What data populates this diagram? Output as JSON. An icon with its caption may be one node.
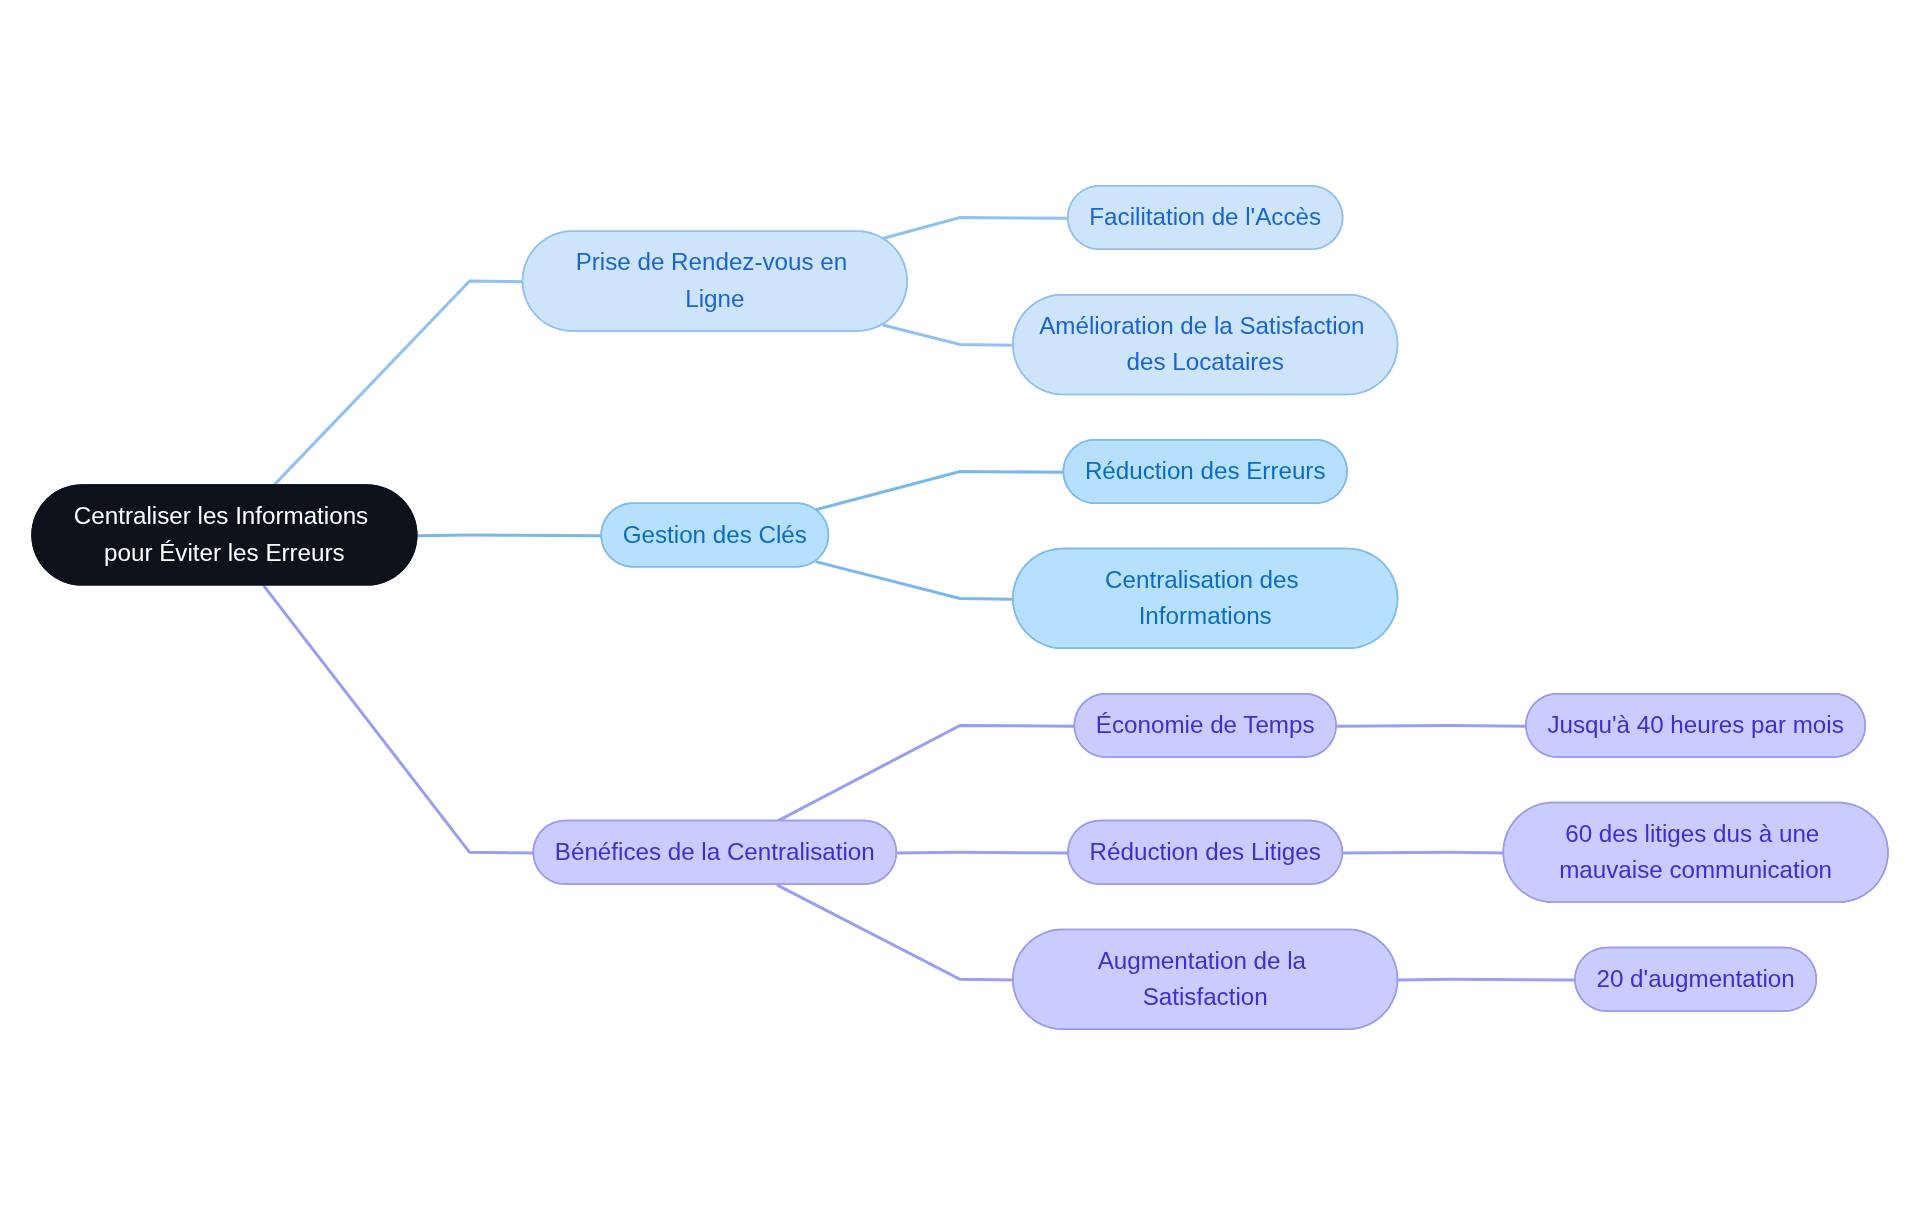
{
  "diagram": {
    "nodes": [
      {
        "text": [
          "Centraliser les Informations pour Éviter les Erreurs"
        ]
      },
      {
        "text": [
          "Prise de Rendez-vous en Ligne"
        ]
      },
      {
        "text": [
          "Facilitation de l'Accès"
        ]
      },
      {
        "text": [
          "Amélioration de la Satisfaction des Locataires"
        ]
      },
      {
        "text": [
          "Gestion des Clés"
        ]
      },
      {
        "text": [
          "Réduction des Erreurs"
        ]
      },
      {
        "text": [
          "Centralisation des Informations"
        ]
      },
      {
        "text": [
          "Bénéfices de la Centralisation"
        ]
      },
      {
        "text": [
          "Économie de Temps"
        ]
      },
      {
        "text": [
          "Jusqu'à 40 heures par mois"
        ]
      },
      {
        "text": [
          "Réduction des Litiges"
        ]
      },
      {
        "text": [
          "60 des litiges dus à une mauvaise communication"
        ]
      },
      {
        "text": [
          "Augmentation de la Satisfaction"
        ]
      },
      {
        "text": [
          "20 d'augmentation"
        ]
      }
    ],
    "edges": [
      {
        "from": 0,
        "to": 1,
        "arrow": "none",
        "color": "#90c1f0"
      },
      {
        "from": 1,
        "to": 2,
        "arrow": "none",
        "color": "#90c1f0"
      },
      {
        "from": 1,
        "to": 3,
        "arrow": "none",
        "color": "#90c1f0"
      },
      {
        "from": 0,
        "to": 4,
        "arrow": "none",
        "color": "#7ab8ec"
      },
      {
        "from": 4,
        "to": 5,
        "arrow": "none",
        "color": "#7ab8ec"
      },
      {
        "from": 4,
        "to": 6,
        "arrow": "none",
        "color": "#7ab8ec"
      },
      {
        "from": 0,
        "to": 7,
        "arrow": "none"
      },
      {
        "from": 7,
        "to": 8,
        "arrow": "none"
      },
      {
        "from": 8,
        "to": 9,
        "arrow": "none"
      },
      {
        "from": 7,
        "to": 10,
        "arrow": "none"
      },
      {
        "from": 10,
        "to": 11,
        "arrow": "none"
      },
      {
        "from": 7,
        "to": 12,
        "arrow": "none"
      },
      {
        "from": 12,
        "to": 13,
        "arrow": "none"
      }
    ]
  }
}
